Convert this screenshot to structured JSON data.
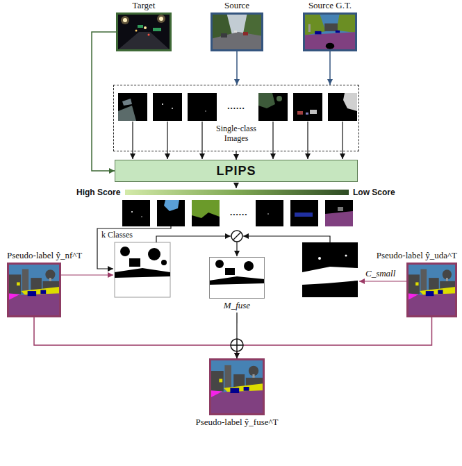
{
  "diagram": {
    "nodes": [
      {
        "text": [
          "Target"
        ]
      },
      {
        "text": [
          "Source"
        ]
      },
      {
        "text": [
          "Source G.T."
        ]
      },
      {
        "text": [
          "......",
          "Single-class Images"
        ]
      },
      {
        "text": [
          "LPIPS"
        ]
      },
      {
        "text": [
          "Pseudo-label ŷ_nf^T"
        ]
      },
      {
        "text": [
          "M_fuse"
        ]
      },
      {
        "text": [
          "Pseudo-label ŷ_uda^T"
        ]
      },
      {
        "text": [
          "Pseudo-label ŷ_fuse^T"
        ]
      }
    ],
    "edges": [
      {
        "from": 0,
        "to": 4,
        "arrow": "to"
      },
      {
        "from": 1,
        "to": 3,
        "arrow": "to"
      },
      {
        "from": 2,
        "to": 3,
        "arrow": "to"
      },
      {
        "from": 3,
        "to": 4,
        "arrow": "to"
      },
      {
        "from": 5,
        "to": 8,
        "arrow": "to"
      },
      {
        "from": 7,
        "to": 8,
        "arrow": "to"
      },
      {
        "from": 6,
        "to": 8,
        "arrow": "to"
      }
    ],
    "labels": [
      "High Score",
      "Low Score",
      "......",
      "k Classes",
      "C_small"
    ]
  }
}
